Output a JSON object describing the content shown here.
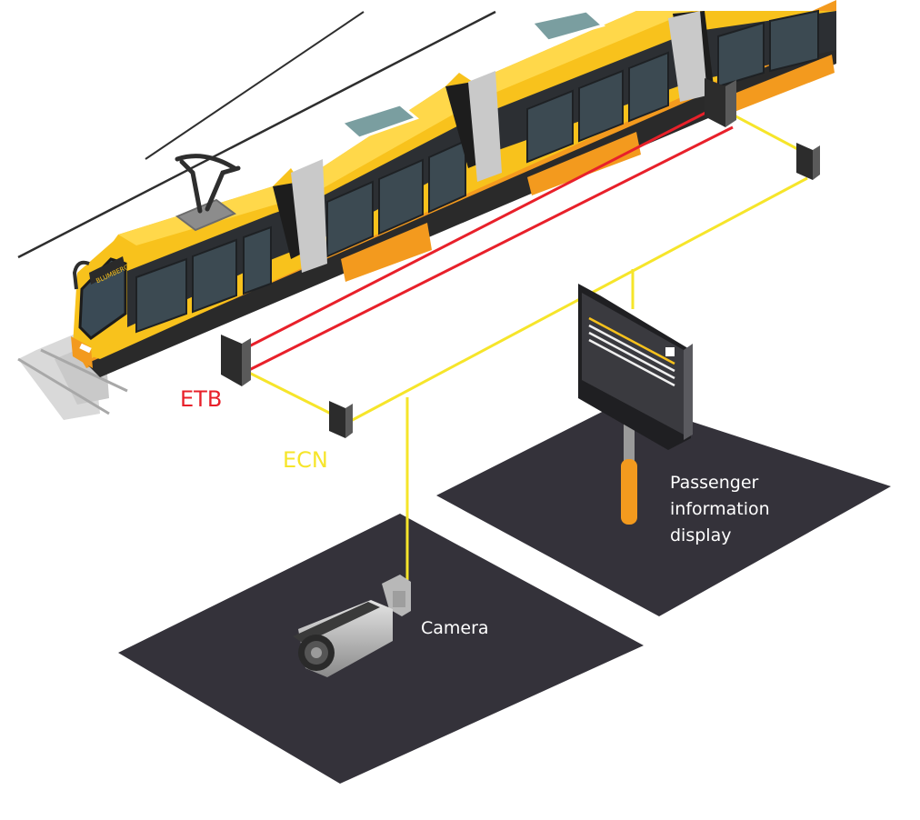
{
  "diagram": {
    "networks": {
      "etb": {
        "label": "ETB",
        "color": "#e8202a"
      },
      "ecn": {
        "label": "ECN",
        "color": "#f6e52a"
      }
    },
    "tram": {
      "destination_sign": "BLUMBERG",
      "body_color": "#f8c21c",
      "accent_color": "#f39a1e"
    },
    "devices": {
      "camera": {
        "label": "Camera"
      },
      "display": {
        "label_lines": [
          "Passenger",
          "information",
          "display"
        ]
      }
    },
    "colors": {
      "platform": "#34323a",
      "text_light": "#ffffff"
    }
  }
}
